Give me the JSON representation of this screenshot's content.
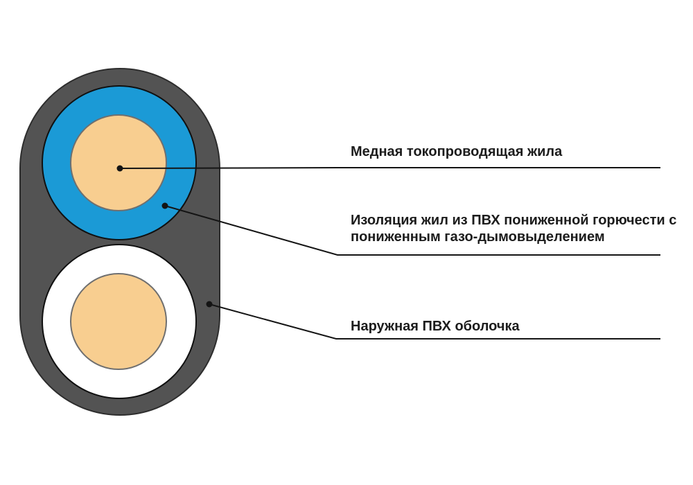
{
  "figure": {
    "type": "diagram",
    "subject": "flat two-core cable cross-section",
    "colors": {
      "background": "#ffffff",
      "sheath": "#535353",
      "sheath_outline": "#2d2d2d",
      "insulation_top": "#1b9ad6",
      "insulation_bottom": "#ffffff",
      "circle_outline": "#101010",
      "conductor": "#f8ce90",
      "conductor_outline": "#6f6f6f",
      "leader": "#141414",
      "label_text": "#1c1c1c"
    },
    "callouts": [
      {
        "id": "copper-core",
        "lines": [
          "Медная токопроводящая жила"
        ]
      },
      {
        "id": "core-insulation",
        "lines": [
          "Изоляция жил из ПВХ пониженной горючести с",
          "пониженным газо-дымовыделением"
        ]
      },
      {
        "id": "outer-sheath",
        "lines": [
          "Наружная ПВХ оболочка"
        ]
      }
    ]
  }
}
